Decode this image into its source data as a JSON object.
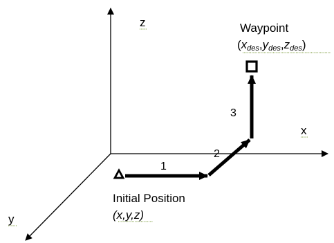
{
  "axes": {
    "z": "z",
    "x": "x",
    "y": "y"
  },
  "segments": {
    "one": "1",
    "two": "2",
    "three": "3"
  },
  "waypoint": {
    "title": "Waypoint",
    "open": "(",
    "x": "x",
    "x_sub": "des",
    "comma1": ",",
    "y": "y",
    "y_sub": "des",
    "comma2": ",",
    "z": "z",
    "z_sub": "des",
    "close": ")"
  },
  "initial": {
    "title": "Initial Position",
    "coords": "(x,y,z)"
  },
  "colors": {
    "ink": "#000000",
    "spellcheck": "#6b8e23"
  }
}
